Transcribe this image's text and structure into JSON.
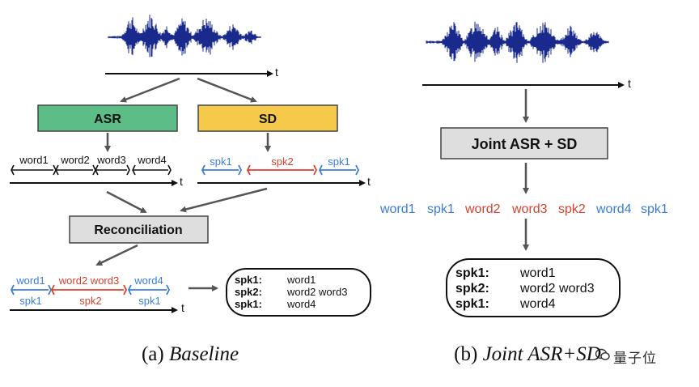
{
  "axis_label": "t",
  "baseline": {
    "asr_label": "ASR",
    "sd_label": "SD",
    "asr_words": [
      "word1",
      "word2",
      "word3",
      "word4"
    ],
    "sd_speakers": [
      "spk1",
      "spk2",
      "spk1"
    ],
    "reconciliation_label": "Reconciliation",
    "result_words": [
      "word1",
      "word2 word3",
      "word4"
    ],
    "result_speakers": [
      "spk1",
      "spk2",
      "spk1"
    ],
    "output_rows": [
      {
        "speaker": "spk1:",
        "words": "word1"
      },
      {
        "speaker": "spk2:",
        "words": "word2 word3"
      },
      {
        "speaker": "spk1:",
        "words": "word4"
      }
    ],
    "caption_prefix": "(a) ",
    "caption_italic": "Baseline"
  },
  "joint": {
    "box_label": "Joint ASR + SD",
    "sequence": [
      {
        "text": "word1",
        "color": "#3b7dd8"
      },
      {
        "text": "spk1",
        "color": "#3b7dd8"
      },
      {
        "text": "word2",
        "color": "#d9412f"
      },
      {
        "text": "word3",
        "color": "#d9412f"
      },
      {
        "text": "spk2",
        "color": "#d9412f"
      },
      {
        "text": "word4",
        "color": "#3b7dd8"
      },
      {
        "text": "spk1",
        "color": "#3b7dd8"
      }
    ],
    "output_rows": [
      {
        "speaker": "spk1:",
        "words": "word1"
      },
      {
        "speaker": "spk2:",
        "words": "word2 word3"
      },
      {
        "speaker": "spk1:",
        "words": "word4"
      }
    ],
    "caption_prefix": "(b) ",
    "caption_italic": "Joint ASR+SD"
  },
  "watermark": "量子位",
  "colors": {
    "asr_box": "#5cbd86",
    "sd_box": "#f6c94b",
    "gray_box": "#dedede",
    "blue": "#3b7dd8",
    "red": "#d9412f",
    "waveform": "#1a2a8c",
    "arrow": "#555555"
  }
}
